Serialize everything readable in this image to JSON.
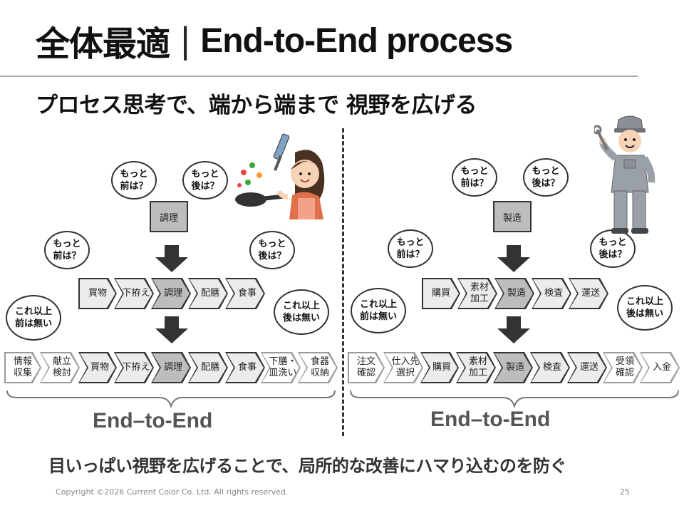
{
  "header": {
    "title_jp": "全体最適",
    "separator": "|",
    "title_en": "End-to-End process",
    "subtitle": "プロセス思考で、端から端まで 視野を広げる"
  },
  "left": {
    "focus_step": "調理",
    "middle_steps": [
      "買物",
      "下拵え",
      "調理",
      "配膳",
      "食事"
    ],
    "full_steps": [
      "情報\n収集",
      "献立\n検討",
      "買物",
      "下拵え",
      "調理",
      "配膳",
      "食事",
      "下膳・\n皿洗い",
      "食器\n収納"
    ],
    "bubble_before_top": "もっと\n前は？",
    "bubble_after_top": "もっと\n後は？",
    "bubble_before_mid": "もっと\n前は？",
    "bubble_after_mid": "もっと\n後は？",
    "bubble_no_before": "これ以上\n前は無い",
    "bubble_no_after": "これ以上\n後は無い",
    "label": "End–to-End"
  },
  "right": {
    "focus_step": "製造",
    "middle_steps": [
      "購買",
      "素材\n加工",
      "製造",
      "検査",
      "運送"
    ],
    "full_steps": [
      "注文\n確認",
      "仕入先\n選択",
      "購買",
      "素材\n加工",
      "製造",
      "検査",
      "運送",
      "受領\n確認",
      "入金"
    ],
    "bubble_before_top": "もっと\n前は？",
    "bubble_after_top": "もっと\n後は？",
    "bubble_before_mid": "もっと\n前は？",
    "bubble_after_mid": "もっと\n後は？",
    "bubble_no_before": "これ以上\n前は無い",
    "bubble_no_after": "これ以上\n後は無い",
    "label": "End–to-End"
  },
  "footer": {
    "message": "目いっぱい視野を広げることで、局所的な改善にハマり込むのを防ぐ",
    "copyright": "Copyright ©2026 Current Color Co. Ltd. All rights reserved.",
    "page_number": "25"
  },
  "icons": [
    "cooking-woman-illustration",
    "mechanic-worker-illustration",
    "down-arrow-icon"
  ]
}
